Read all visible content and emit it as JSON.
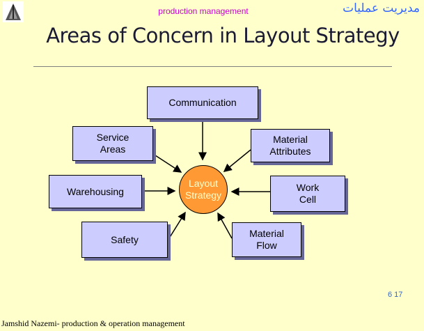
{
  "header": {
    "subtitle": "production management",
    "arabic_title": "مديريت عمليات",
    "title": "Areas of Concern in Layout Strategy"
  },
  "diagram": {
    "hub": "Layout\nStrategy",
    "nodes": [
      {
        "label": "Communication"
      },
      {
        "label": "Service\nAreas"
      },
      {
        "label": "Material\nAttributes"
      },
      {
        "label": "Warehousing"
      },
      {
        "label": "Work\nCell"
      },
      {
        "label": "Safety"
      },
      {
        "label": "Material\nFlow"
      }
    ]
  },
  "footer": {
    "author": "Jamshid Nazemi- production & operation management",
    "page": "6 17"
  },
  "colors": {
    "background": "#ffffcc",
    "box_fill": "#ccccff",
    "box_shadow": "#666699",
    "hub_fill": "#ff9933",
    "hub_text": "#ffffcc",
    "subtitle": "#cc00cc",
    "arabic": "#3366ff"
  }
}
